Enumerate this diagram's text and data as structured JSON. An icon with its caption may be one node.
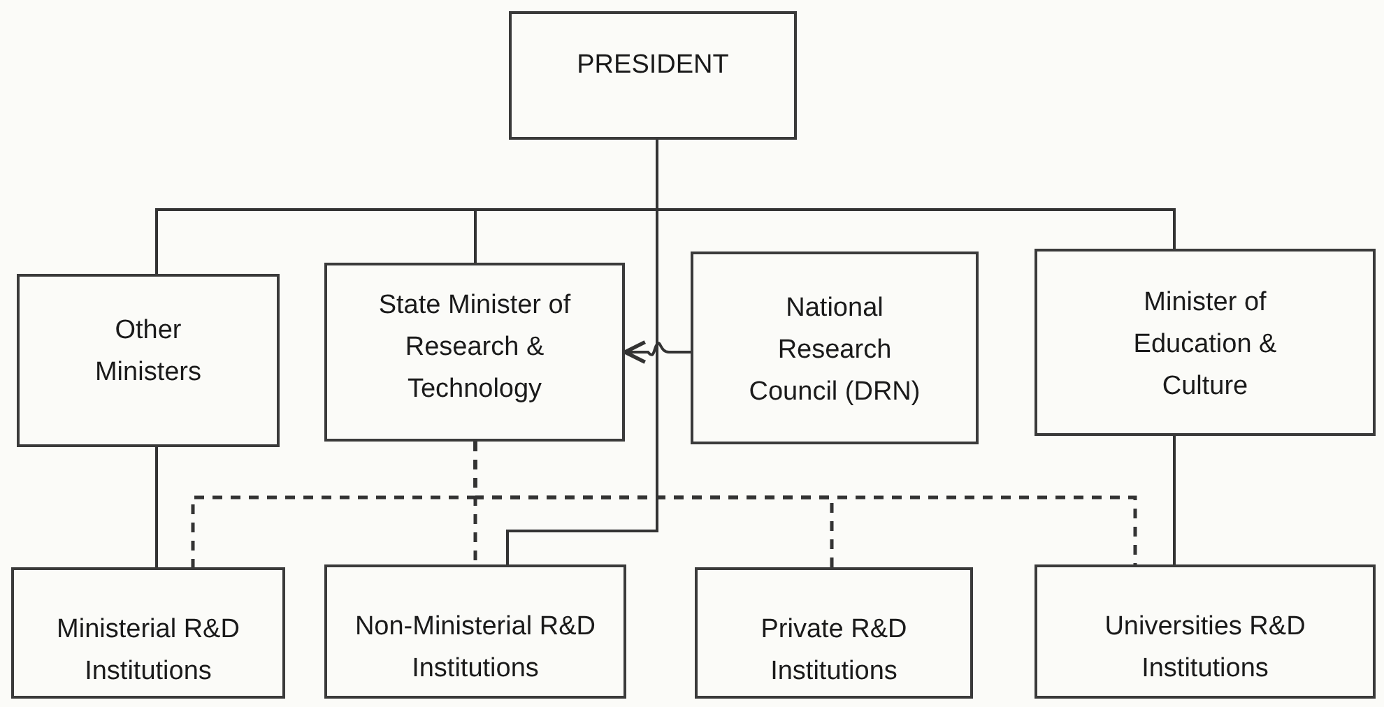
{
  "diagram": {
    "nodes": [
      {
        "text": [
          "PRESIDENT"
        ]
      },
      {
        "text": [
          "Other Ministers"
        ]
      },
      {
        "text": [
          "State Minister of Research & Technology"
        ]
      },
      {
        "text": [
          "National Research Council (DRN)"
        ]
      },
      {
        "text": [
          "Minister of Education & Culture"
        ]
      },
      {
        "text": [
          "Ministerial R&D Institutions"
        ]
      },
      {
        "text": [
          "Non-Ministerial R&D Institutions"
        ]
      },
      {
        "text": [
          "Private R&D Institutions"
        ]
      },
      {
        "text": [
          "Universities R&D Institutions"
        ]
      }
    ],
    "edges": [
      {
        "from": 0,
        "to": 1,
        "arrow": "none"
      },
      {
        "from": 0,
        "to": 2,
        "arrow": "none"
      },
      {
        "from": 0,
        "to": 4,
        "arrow": "none"
      },
      {
        "from": 0,
        "to": 6,
        "arrow": "none"
      },
      {
        "from": 3,
        "to": 2,
        "arrow": "to"
      },
      {
        "from": 1,
        "to": 5,
        "arrow": "none"
      },
      {
        "from": 4,
        "to": 8,
        "arrow": "none"
      },
      {
        "from": 2,
        "to": 5,
        "arrow": "none",
        "style": "dashed"
      },
      {
        "from": 2,
        "to": 6,
        "arrow": "none",
        "style": "dashed"
      },
      {
        "from": 2,
        "to": 7,
        "arrow": "none",
        "style": "dashed"
      },
      {
        "from": 2,
        "to": 8,
        "arrow": "none",
        "style": "dashed"
      }
    ]
  }
}
